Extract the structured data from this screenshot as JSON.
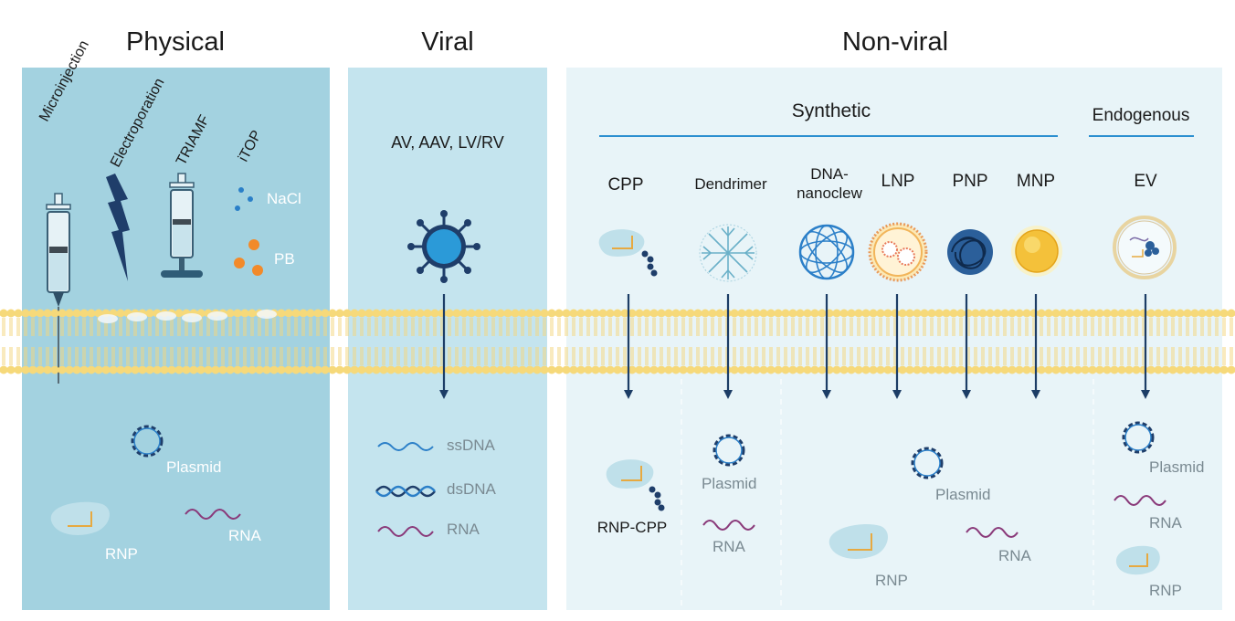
{
  "titles": {
    "physical": "Physical",
    "viral": "Viral",
    "nonviral": "Non-viral"
  },
  "physical": {
    "methods": [
      "Microinjection",
      "Electroporation",
      "TRIAMF",
      "iTOP"
    ],
    "itop_items": [
      "NaCl",
      "PB"
    ],
    "cargo": {
      "plasmid": "Plasmid",
      "rnp": "RNP",
      "rna": "RNA"
    }
  },
  "viral": {
    "vectors": "AV, AAV, LV/RV",
    "cargo": [
      "ssDNA",
      "dsDNA",
      "RNA"
    ]
  },
  "nonviral": {
    "synthetic": "Synthetic",
    "endogenous": "Endogenous",
    "carriers": [
      "CPP",
      "Dendrimer",
      "DNA-\nnanoclew",
      "LNP",
      "PNP",
      "MNP",
      "EV"
    ],
    "cpp_cargo": "RNP-CPP",
    "dendrimer_cargo": {
      "plasmid": "Plasmid",
      "rna": "RNA"
    },
    "nano_cargo": {
      "plasmid": "Plasmid",
      "rnp": "RNP",
      "rna": "RNA"
    },
    "ev_cargo": {
      "plasmid": "Plasmid",
      "rna": "RNA",
      "rnp": "RNP"
    }
  },
  "colors": {
    "physical_bg": "#a3d2e0",
    "viral_bg": "#c4e4ee",
    "nonviral_bg": "#e8f4f8",
    "arrow": "#1c3d66",
    "membrane": "#f6d97a",
    "accent_line": "#2b8fd0"
  }
}
